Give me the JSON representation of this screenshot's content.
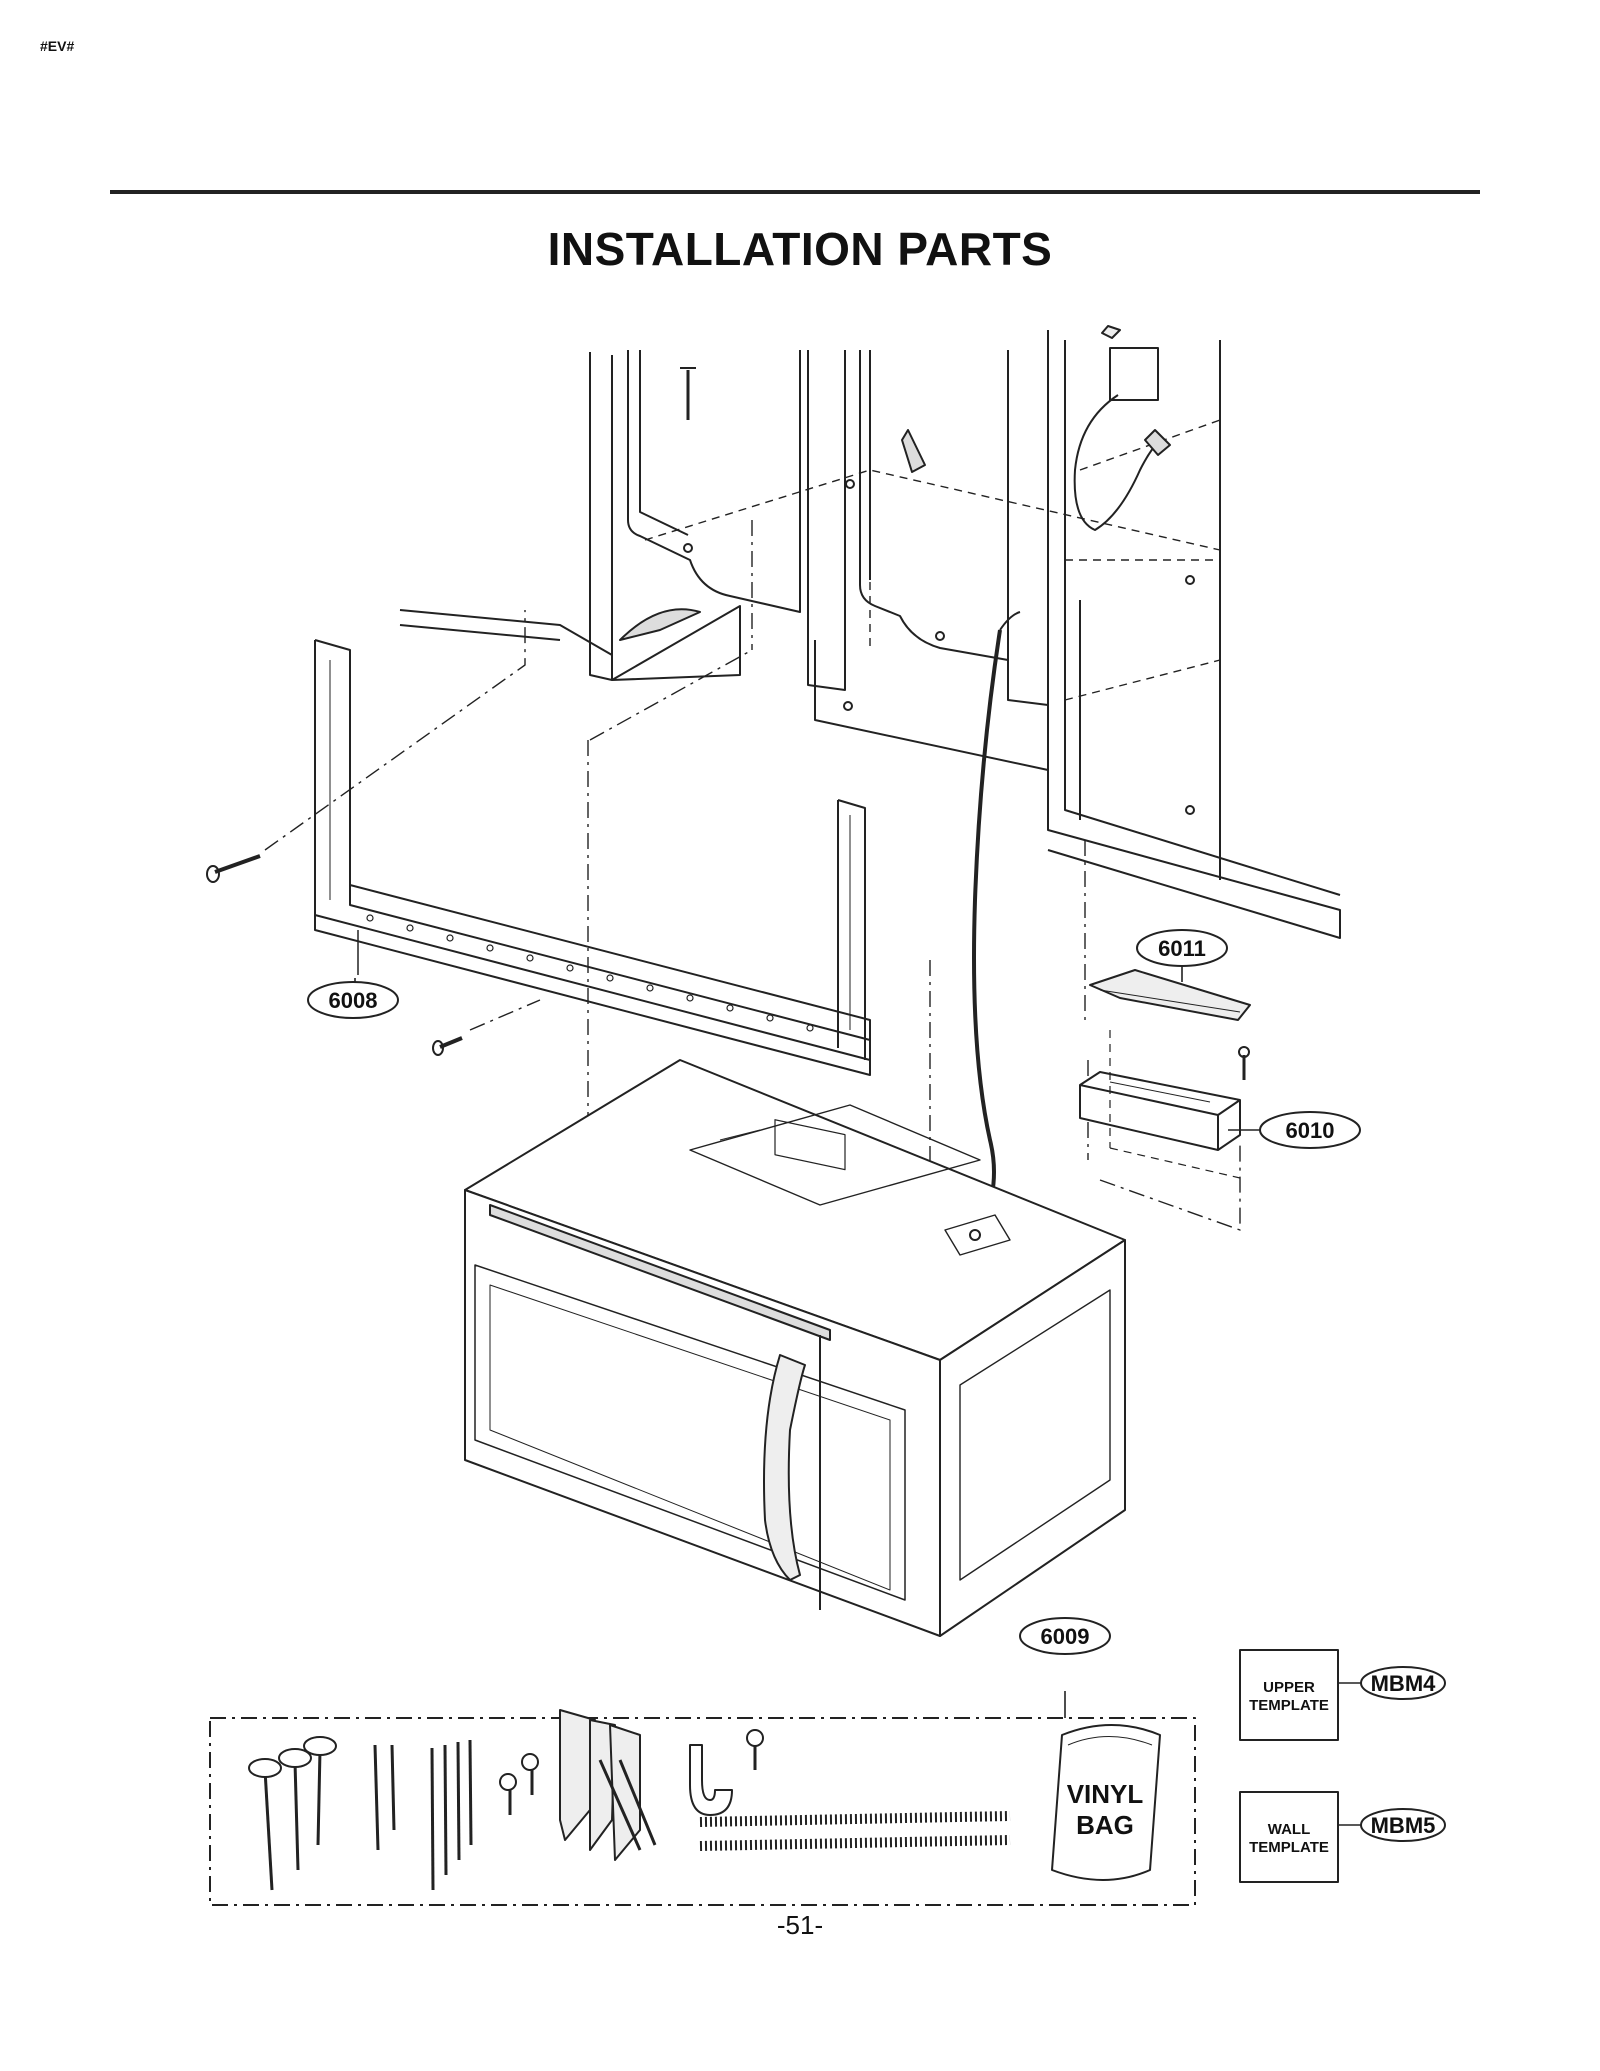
{
  "document": {
    "code": "#EV#",
    "title": "INSTALLATION PARTS",
    "page_number": "-51-"
  },
  "callouts": {
    "wall_plate": "6008",
    "hardware_kit": "6009",
    "damper": "6011",
    "exhaust_adaptor": "6010"
  },
  "templates": {
    "upper": {
      "label_line1": "UPPER",
      "label_line2": "TEMPLATE",
      "code": "MBM4"
    },
    "wall": {
      "label_line1": "WALL",
      "label_line2": "TEMPLATE",
      "code": "MBM5"
    }
  },
  "kit": {
    "bag_line1": "VINYL",
    "bag_line2": "BAG"
  }
}
